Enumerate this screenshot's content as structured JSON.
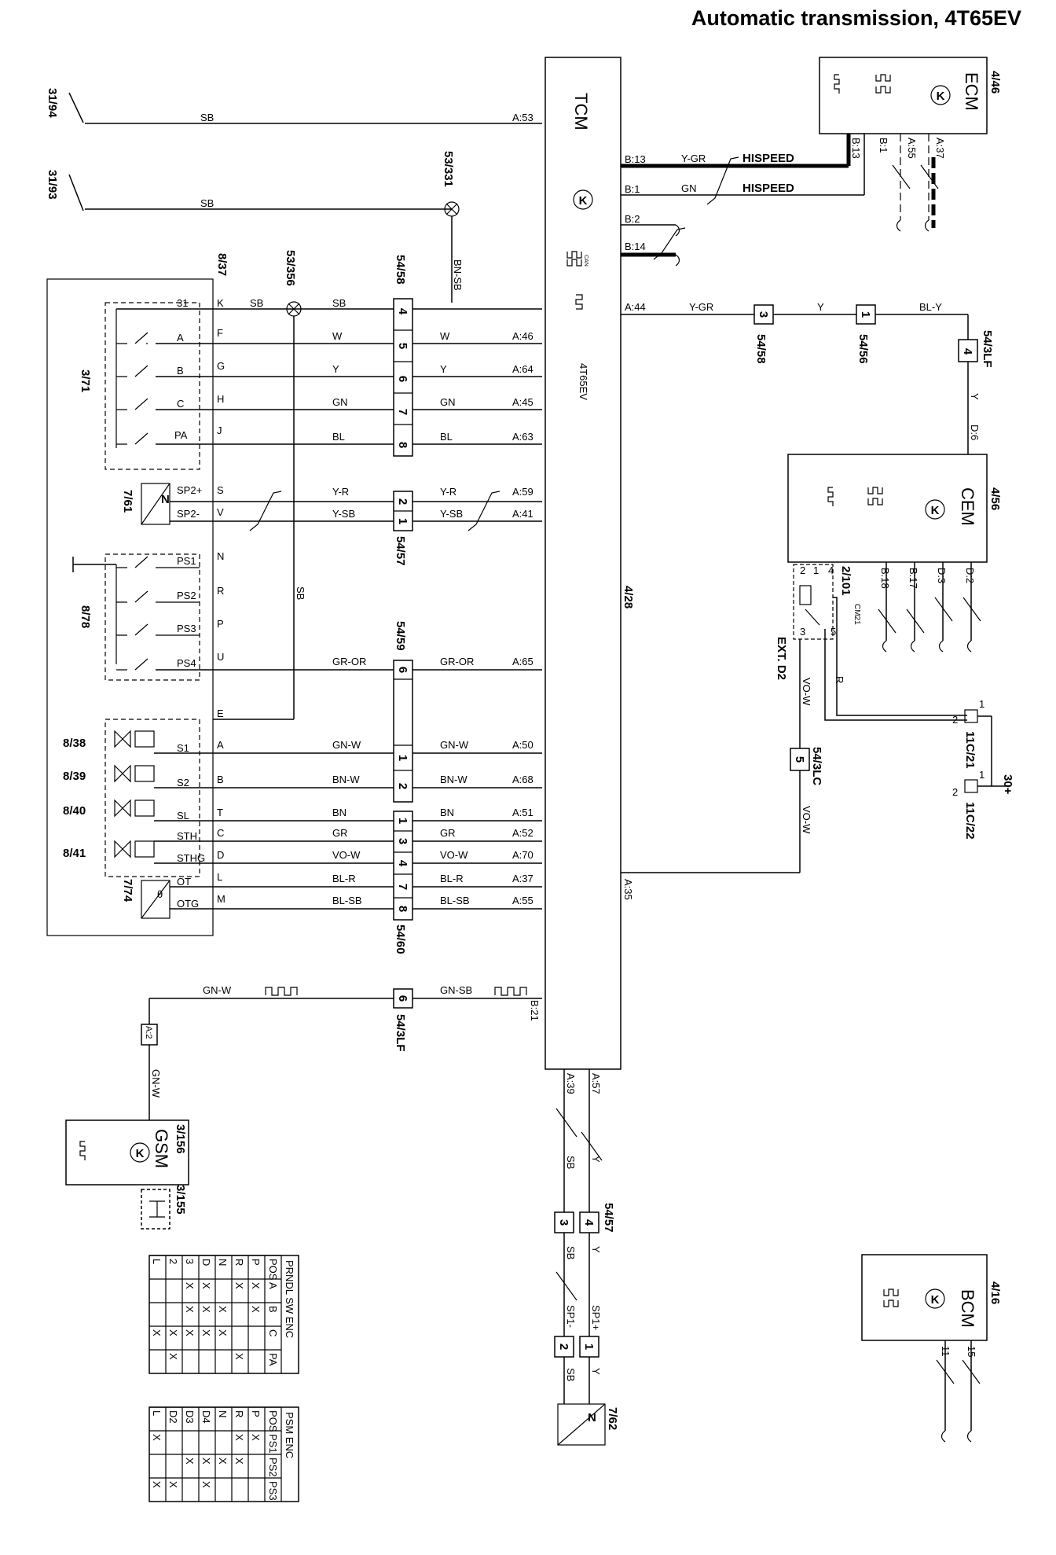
{
  "title": "Automatic transmission, 4T65EV",
  "components": {
    "tcm": {
      "ref": "4/28",
      "name": "TCM",
      "variant": "4T65EV"
    },
    "ecm": {
      "ref": "4/46",
      "name": "ECM"
    },
    "cem": {
      "ref": "4/56",
      "name": "CEM"
    },
    "bcm": {
      "ref": "4/16",
      "name": "BCM"
    },
    "gsm": {
      "ref": "3/156",
      "name": "GSM"
    },
    "gsm_sub": "3/155",
    "range_switch": "3/71",
    "range_switch_box": "8/37",
    "speed_sensor_in": "7/61",
    "pressure_switch": "8/78",
    "solenoids": [
      "8/38",
      "8/39",
      "8/40",
      "8/41"
    ],
    "temp_sensor": "7/74",
    "speed_sensor_out": "7/62",
    "relay": "2/101",
    "relay_sub": "CM21",
    "ext_label": "EXT. D2",
    "diode1": "11C/21",
    "diode2": "11C/22",
    "supply": "30+"
  },
  "grounds": [
    "31/94",
    "31/93"
  ],
  "splices": [
    "53/331",
    "53/356"
  ],
  "connectors": [
    "54/58",
    "54/57",
    "54/59",
    "54/60",
    "54/3LF",
    "54/56",
    "54/3LC"
  ],
  "tcm_pins": [
    "A:53",
    "A:46",
    "A:64",
    "A:45",
    "A:63",
    "A:59",
    "A:41",
    "A:65",
    "A:50",
    "A:68",
    "A:51",
    "A:52",
    "A:70",
    "A:37",
    "A:55",
    "B:21",
    "A:35",
    "A:44",
    "B:13",
    "B:1",
    "B:2",
    "B:14",
    "A:39",
    "A:57"
  ],
  "wires": [
    {
      "color": "SB"
    },
    {
      "color": "SB"
    },
    {
      "color": "BN-SB"
    },
    {
      "color": "SB"
    },
    {
      "color": "SB"
    },
    {
      "color": "W"
    },
    {
      "color": "Y"
    },
    {
      "color": "GN"
    },
    {
      "color": "BL"
    },
    {
      "color": "Y-R"
    },
    {
      "color": "Y-SB"
    },
    {
      "color": "GR-OR"
    },
    {
      "color": "GN-W"
    },
    {
      "color": "BN-W"
    },
    {
      "color": "BN"
    },
    {
      "color": "GR"
    },
    {
      "color": "VO-W"
    },
    {
      "color": "BL-R"
    },
    {
      "color": "BL-SB"
    },
    {
      "color": "GN-W"
    },
    {
      "color": "GN-SB"
    },
    {
      "color": "Y-GR"
    },
    {
      "color": "Y"
    },
    {
      "color": "BL-Y"
    },
    {
      "color": "Y"
    },
    {
      "color": "VO-W"
    },
    {
      "color": "R"
    }
  ],
  "hispeed": "HISPEED",
  "can_label": "CAN",
  "switch_pins": {
    "range": [
      "31",
      "A",
      "B",
      "C",
      "PA"
    ],
    "range_conn": [
      "K",
      "F",
      "G",
      "H",
      "J"
    ],
    "speed": [
      "SP2+",
      "SP2-"
    ],
    "speed_conn": [
      "S",
      "V"
    ],
    "pressure": [
      "PS1",
      "PS2",
      "PS3",
      "PS4"
    ],
    "pressure_conn": [
      "N",
      "R",
      "P",
      "U"
    ],
    "solenoid": [
      "S1",
      "S2",
      "SL",
      "STH",
      "STHG"
    ],
    "solenoid_conn": [
      "E",
      "A",
      "B",
      "T",
      "C",
      "D"
    ],
    "temp": [
      "OT",
      "OTG"
    ],
    "temp_conn": [
      "L",
      "M"
    ],
    "out_speed": [
      "SP1+",
      "SP1-"
    ]
  },
  "table1": {
    "title": "PRNDL SW ENC",
    "header": [
      "POS",
      "A",
      "B",
      "C",
      "PA"
    ],
    "rows": [
      [
        "P",
        "X",
        "X",
        "",
        ""
      ],
      [
        "R",
        "X",
        "",
        "",
        "X"
      ],
      [
        "N",
        "",
        "X",
        "X",
        ""
      ],
      [
        "D",
        "X",
        "X",
        "X",
        ""
      ],
      [
        "3",
        "X",
        "X",
        "X",
        ""
      ],
      [
        "2",
        "",
        "",
        "X",
        "X"
      ],
      [
        "L",
        "",
        "",
        "X",
        ""
      ]
    ]
  },
  "table2": {
    "title": "PSM ENC",
    "header": [
      "POS",
      "PS1",
      "PS2",
      "PS3"
    ],
    "rows": [
      [
        "P",
        "X",
        "",
        ""
      ],
      [
        "R",
        "X",
        "X",
        ""
      ],
      [
        "N",
        "",
        "X",
        ""
      ],
      [
        "D4",
        "",
        "X",
        "X"
      ],
      [
        "D3",
        "",
        "X",
        ""
      ],
      [
        "D2",
        "",
        "",
        "X"
      ],
      [
        "L",
        "X",
        "",
        "X"
      ]
    ]
  },
  "ecm_pins": [
    "B:13",
    "B:1",
    "A:55",
    "A:37"
  ],
  "cem_pins": [
    "D:6",
    "B:18",
    "B:17",
    "D:3",
    "D:2"
  ],
  "bcm_pins": [
    "11",
    "15"
  ],
  "conn_numbers": {
    "c5458": [
      "4",
      "5",
      "6",
      "7",
      "8"
    ],
    "c5457a": [
      "2",
      "1"
    ],
    "c5459": [
      "6",
      "1",
      "2"
    ],
    "c5460": [
      "1",
      "3",
      "4",
      "7",
      "8"
    ],
    "c543lf": "6",
    "c5458r": "3",
    "c5456": "1",
    "c543lf_r": "4",
    "c543lc": "5",
    "c5457b": [
      "3",
      "4"
    ],
    "c762": [
      "2",
      "1"
    ],
    "gsm_a2": "A:2",
    "relay_pins": [
      "2",
      "1",
      "4",
      "5",
      "3"
    ],
    "diode_pins": [
      "2",
      "1"
    ]
  }
}
